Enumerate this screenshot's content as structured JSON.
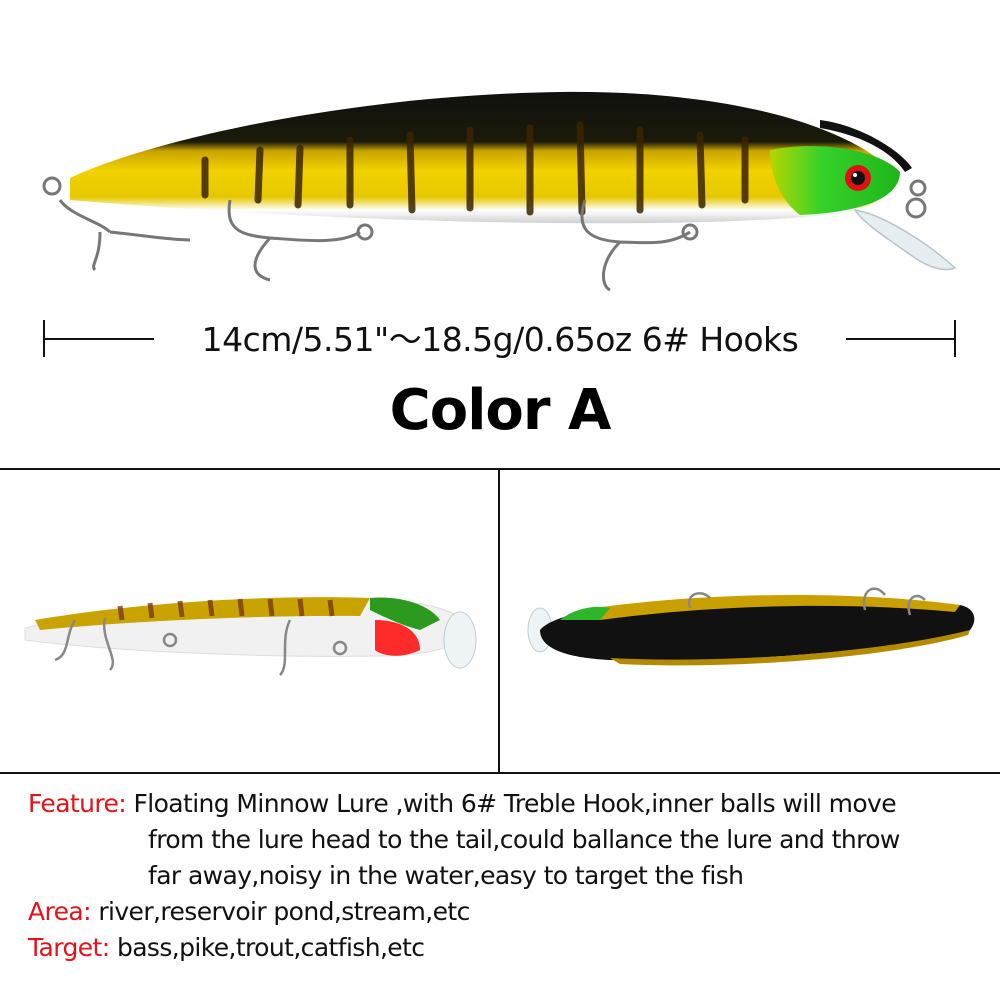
{
  "product": {
    "dimension_text": "14cm/5.51\"～18.5g/0.65oz  6# Hooks",
    "color_title": "Color A"
  },
  "images": {
    "hero": "lure-side-view-yellow-perch-pattern",
    "left_panel": "lure-belly-view",
    "right_panel": "lure-top-view"
  },
  "specs": {
    "feature_label": "Feature:",
    "feature_line1": "Floating Minnow Lure ,with 6# Treble Hook,inner balls will move",
    "feature_line2": "from the lure head to the tail,could ballance the lure and throw",
    "feature_line3": "far away,noisy in the water,easy to target the fish",
    "area_label": "Area:",
    "area_value": "river,reservoir pond,stream,etc",
    "target_label": "Target:",
    "target_value": "bass,pike,trout,catfish,etc"
  },
  "colors": {
    "label_red": "#e3131b",
    "body_yellow": "#e8c400",
    "head_green": "#2fd02a",
    "back_black": "#111111"
  }
}
